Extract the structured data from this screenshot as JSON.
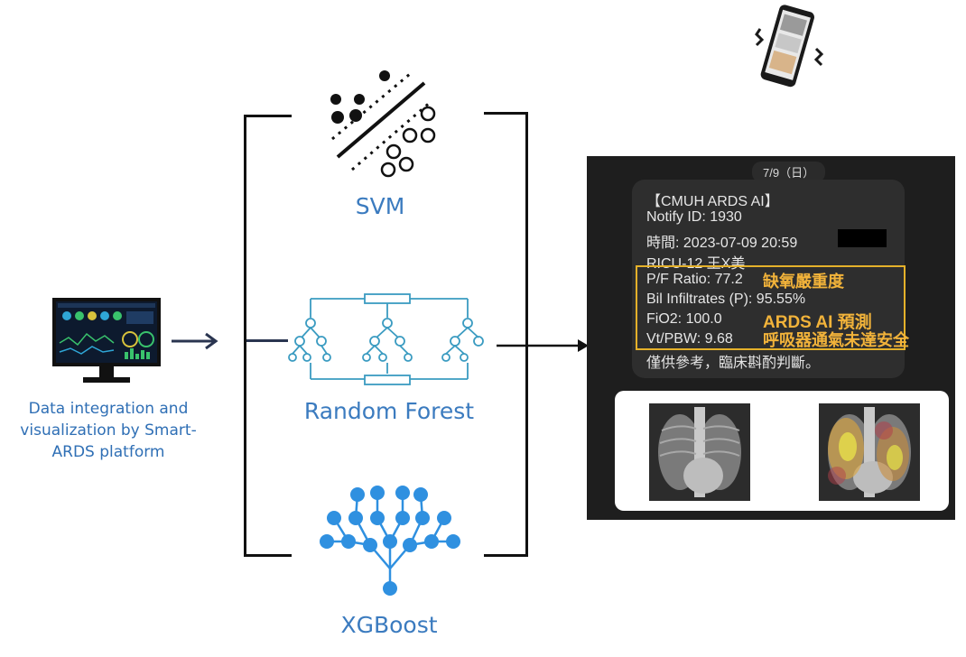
{
  "left": {
    "caption": "Data integration and visualization by Smart-ARDS platform"
  },
  "models": [
    {
      "label": "SVM",
      "icon": "svm-hyperplane-icon"
    },
    {
      "label": "Random Forest",
      "icon": "random-forest-icon"
    },
    {
      "label": "XGBoost",
      "icon": "xgboost-tree-icon"
    }
  ],
  "notification": {
    "date": "7/9（日）",
    "title": "【CMUH ARDS AI】",
    "notify_id": "Notify ID: 1930",
    "time": "時間: 2023-07-09 20:59",
    "patient": "RICU-12 王X美",
    "pf_ratio": "P/F Ratio: 77.2",
    "pf_severity": "缺氧嚴重度",
    "bil_infiltrates": "Bil Infiltrates (P): 95.55%",
    "fio2": "FiO2: 100.0",
    "ards_prediction": "ARDS AI 預測",
    "vt_pbw": "Vt/PBW: 9.68",
    "ventilation_warning": "呼吸器通氣未達安全",
    "footer": "僅供參考，臨床斟酌判斷。"
  },
  "colors": {
    "accent_blue": "#3b7bbf",
    "tree_blue": "#2f90e0",
    "highlight": "#f2b33a",
    "chat_bg": "#1e1e1e"
  }
}
